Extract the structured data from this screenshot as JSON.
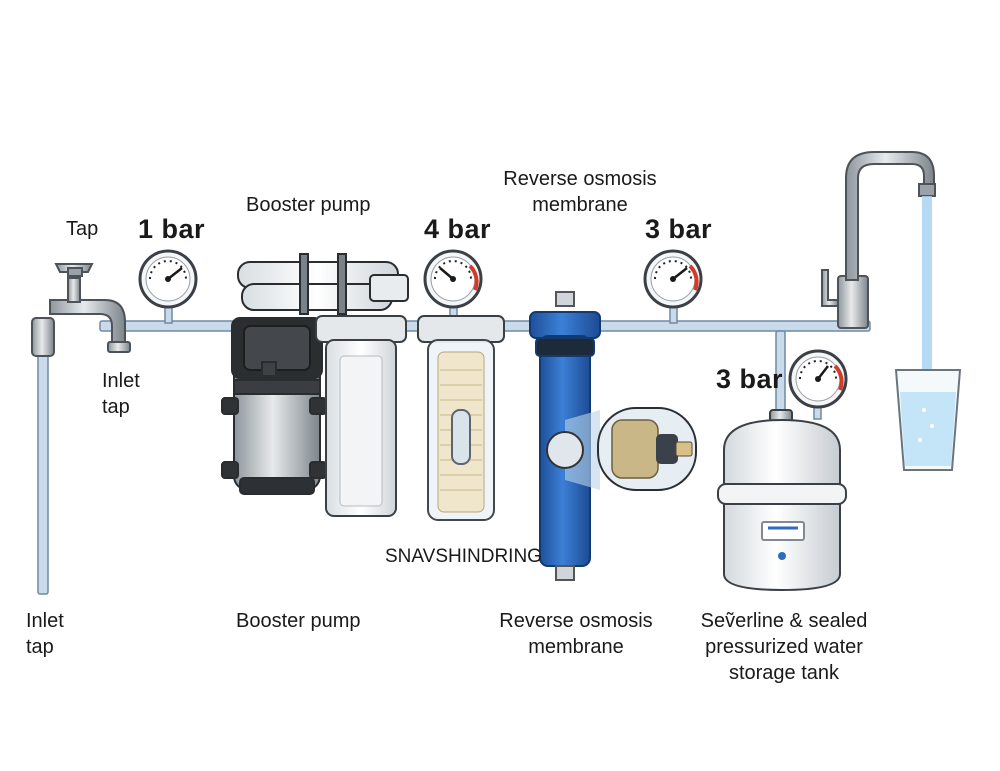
{
  "labels": {
    "tap_top": "Tap",
    "booster_pump_top": "Booster pump",
    "ro_membrane_top": "Reverse osmosis\nmembrane",
    "inlet_tap_mid": "Inlet\ntap",
    "snavshindring": "SNAVSHINDRING",
    "inlet_tap_bottom": "Inlet\ntap",
    "booster_pump_bottom": "Booster pump",
    "ro_membrane_bottom": "Reverse osmosis\nmembrane",
    "storage_tank_bottom": "Seṽerline & sealed\npressurized water\nstorage tank"
  },
  "gauges": {
    "g1": "1 bar",
    "g2": "4 bar",
    "g3": "3 bar",
    "g4": "3 bar"
  },
  "colors": {
    "pipe": "#c9dbea",
    "pipe_outline": "#6f8aa3",
    "membrane_blue": "#2f6fc4",
    "gauge_red": "#d23a2a",
    "water": "#a9d4f2"
  }
}
